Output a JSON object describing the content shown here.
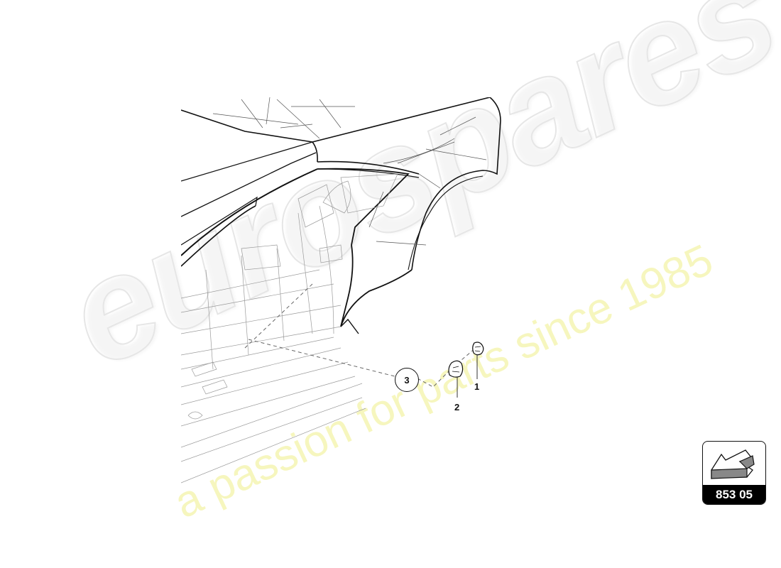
{
  "diagram": {
    "type": "exploded parts diagram",
    "subject": "vehicle rear quarter / side sill body structure",
    "callouts": [
      {
        "id": "1",
        "label": "1",
        "shape": "plain"
      },
      {
        "id": "2",
        "label": "2",
        "shape": "plain"
      },
      {
        "id": "3",
        "label": "3",
        "shape": "circle"
      }
    ]
  },
  "badge": {
    "icon": "arrow-block-icon",
    "code": "853 05"
  },
  "watermark": {
    "brand": "eurospares",
    "tagline": "a passion for parts since 1985"
  },
  "colors": {
    "line": "#111111",
    "watermark_stroke": "#e6e6e6",
    "watermark_tagline": "#f6f6b8",
    "badge_fill": "#000000"
  }
}
